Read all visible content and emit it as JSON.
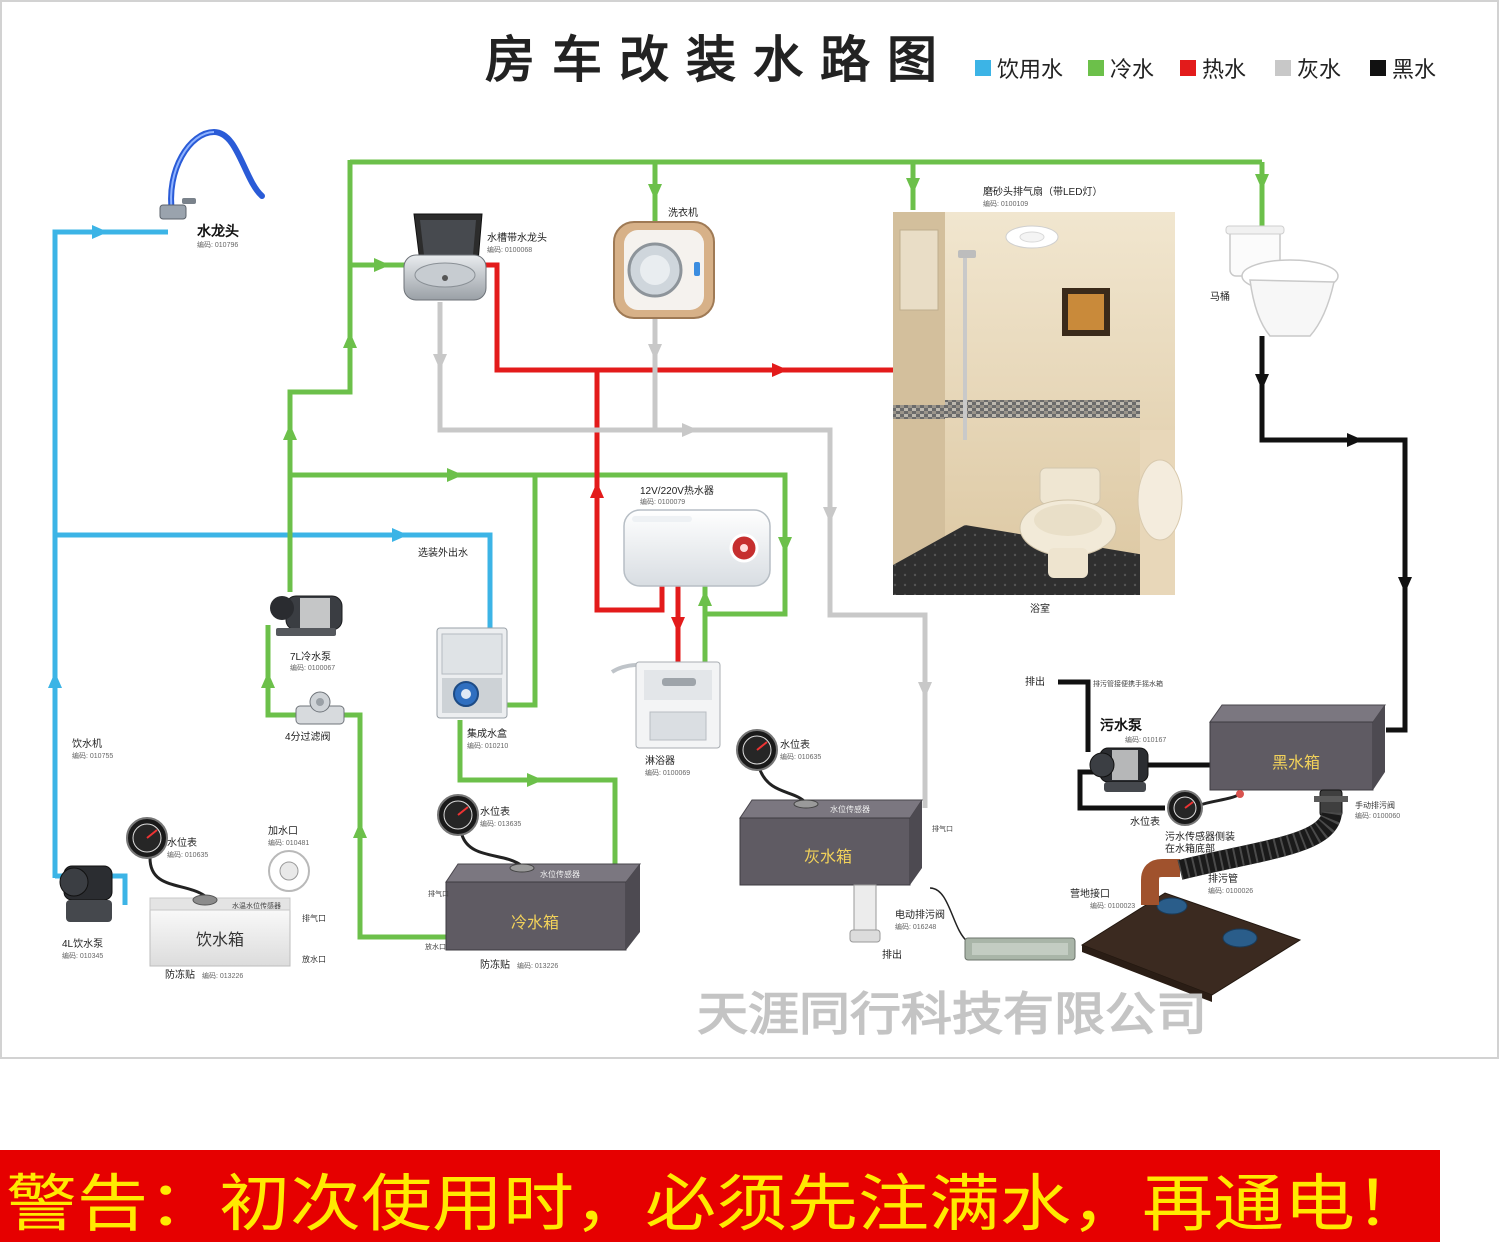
{
  "title": "房车改装水路图",
  "legend": [
    {
      "label": "饮用水",
      "color": "#3cb4e6"
    },
    {
      "label": "冷水",
      "color": "#6cc04a"
    },
    {
      "label": "热水",
      "color": "#e31b1b"
    },
    {
      "label": "灰水",
      "color": "#c8c8c8"
    },
    {
      "label": "黑水",
      "color": "#111111"
    }
  ],
  "faucet": {
    "label": "水龙头",
    "code": "编码: 010796"
  },
  "sink": {
    "label": "水槽带水龙头",
    "code": "编码: 0100068"
  },
  "washer": {
    "label": "洗衣机"
  },
  "fan": {
    "label": "磨砂头排气扇（带LED灯）",
    "code": "编码: 0100109"
  },
  "toilet": {
    "label": "马桶"
  },
  "bathroom": {
    "label": "浴室"
  },
  "heater": {
    "label": "12V/220V热水器",
    "code": "编码: 0100079"
  },
  "outdoor_outlet": {
    "label": "选装外出水"
  },
  "cold_pump": {
    "label": "7L冷水泵",
    "code": "编码: 0100067"
  },
  "filter": {
    "label": "4分过滤阀"
  },
  "water_box": {
    "label": "集成水盒",
    "code": "编码: 010210"
  },
  "shower": {
    "label": "淋浴器",
    "code": "编码: 0100069"
  },
  "dispenser": {
    "label": "饮水机",
    "code": "编码: 010755"
  },
  "drink_tank": {
    "label": "饮水箱",
    "sensor": "水温水位传感器",
    "gauge": "水位表",
    "gauge_code": "编码: 010635",
    "fill": "加水口",
    "fill_code": "编码: 010481",
    "vent": "排气口",
    "drain": "放水口",
    "antifreeze": "防冻贴",
    "antifreeze_code": "编码: 013226",
    "pump": "4L饮水泵",
    "pump_code": "编码: 010345"
  },
  "cold_tank": {
    "label": "冷水箱",
    "sensor": "水位传感器",
    "gauge": "水位表",
    "gauge_code": "编码: 013635",
    "vent": "排气口",
    "drain": "放水口",
    "antifreeze": "防冻贴",
    "antifreeze_code": "编码: 013226"
  },
  "grey_tank": {
    "label": "灰水箱",
    "sensor": "水位传感器",
    "gauge": "水位表",
    "gauge_code": "编码: 010635",
    "vent": "排气口",
    "valve": "电动排污阀",
    "valve_code": "编码: 016248",
    "outlet": "排出"
  },
  "black_tank": {
    "label": "黑水箱",
    "pump": "污水泵",
    "pump_code": "编码: 010167",
    "outlet": "排出",
    "note": "排污管接便携手摇水箱",
    "gauge": "水位表",
    "sensor_note_1": "污水传感器侧装",
    "sensor_note_2": "在水箱底部",
    "manual_valve": "手动排污阀",
    "manual_valve_code": "编码: 0100060",
    "hose": "排污管",
    "hose_code": "编码: 0100026",
    "camp": "营地接口",
    "camp_code": "编码: 0100023"
  },
  "watermark": "天涯同行科技有限公司",
  "warning": "警告：初次使用时，必须先注满水，再通电！"
}
